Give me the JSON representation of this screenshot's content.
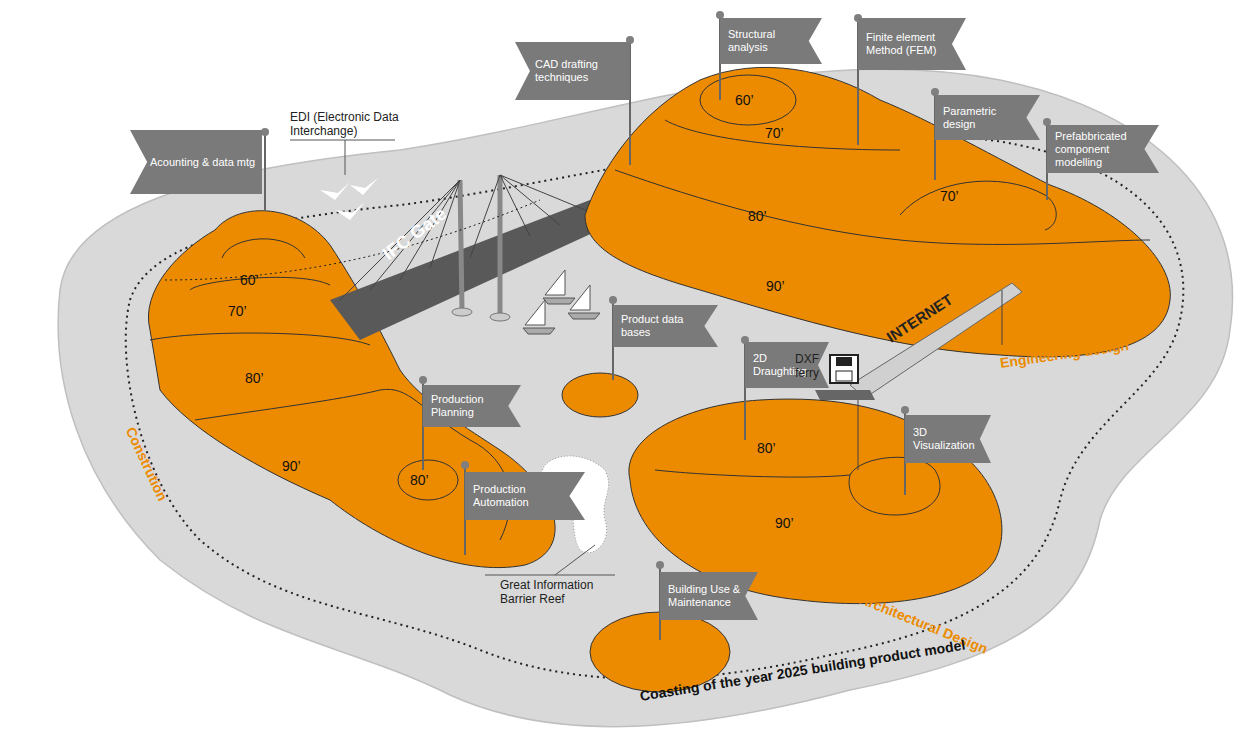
{
  "diagram": {
    "nodes": [
      {
        "text": [
          "Acounting & data mtg"
        ]
      },
      {
        "text": [
          "CAD drafting techniques"
        ]
      },
      {
        "text": [
          "Structural analysis"
        ]
      },
      {
        "text": [
          "Finite element Method (FEM)"
        ]
      },
      {
        "text": [
          "Parametric design"
        ]
      },
      {
        "text": [
          "Prefabbricated component modelling"
        ]
      },
      {
        "text": [
          "Product data bases"
        ]
      },
      {
        "text": [
          "2D Draughting"
        ]
      },
      {
        "text": [
          "3D Visualization"
        ]
      },
      {
        "text": [
          "Production Planning"
        ]
      },
      {
        "text": [
          "Production Automation"
        ]
      },
      {
        "text": [
          "Building Use & Maintenance"
        ]
      }
    ],
    "labels": [
      "EDI (Electronic Data Interchange)",
      "60’",
      "70’",
      "80’",
      "90’",
      "IFC Gate",
      "60’",
      "70’",
      "80’",
      "90’",
      "70’",
      "80’",
      "DXF ferry",
      "INTERNET",
      "80’",
      "90’",
      "Great Information Barrier Reef",
      "Constrution",
      "Engineering design",
      "Architectural Design",
      "Coasting of the year 2025 building product model"
    ]
  }
}
